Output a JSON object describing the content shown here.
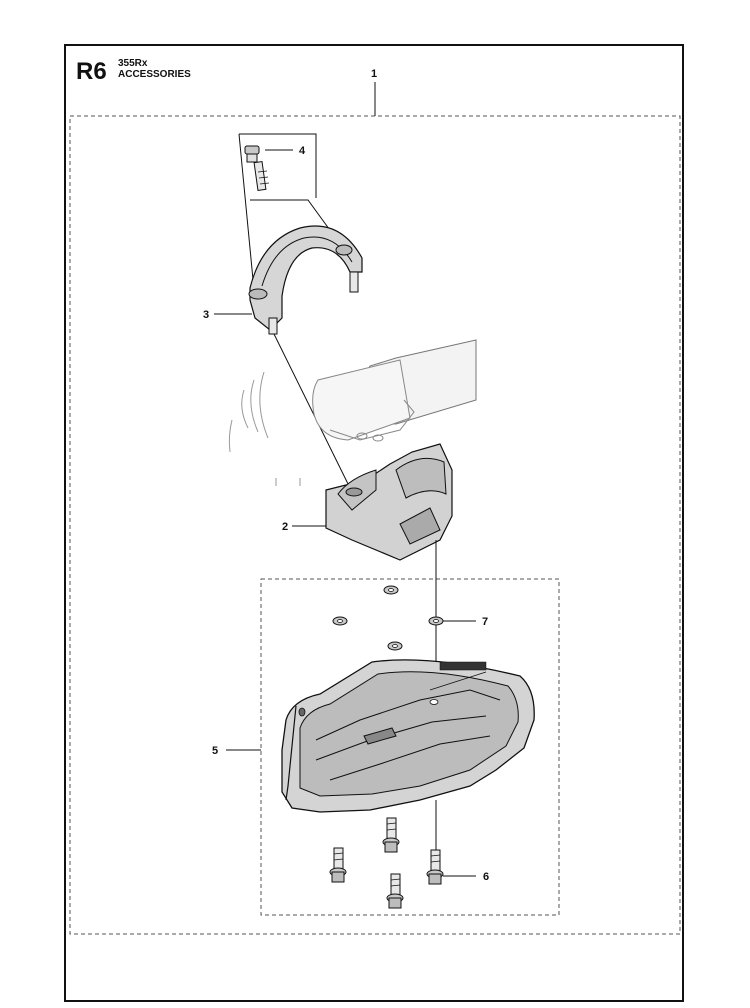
{
  "header": {
    "code": "R6",
    "model": "355Rx",
    "subtitle": "ACCESSORIES"
  },
  "callouts": [
    {
      "label": "1"
    },
    {
      "label": "2"
    },
    {
      "label": "3"
    },
    {
      "label": "4"
    },
    {
      "label": "5"
    },
    {
      "label": "6"
    },
    {
      "label": "7"
    }
  ],
  "colors": {
    "line": "#111111",
    "part_fill": "#d8d8d8",
    "part_dark": "#8c8c8c"
  }
}
